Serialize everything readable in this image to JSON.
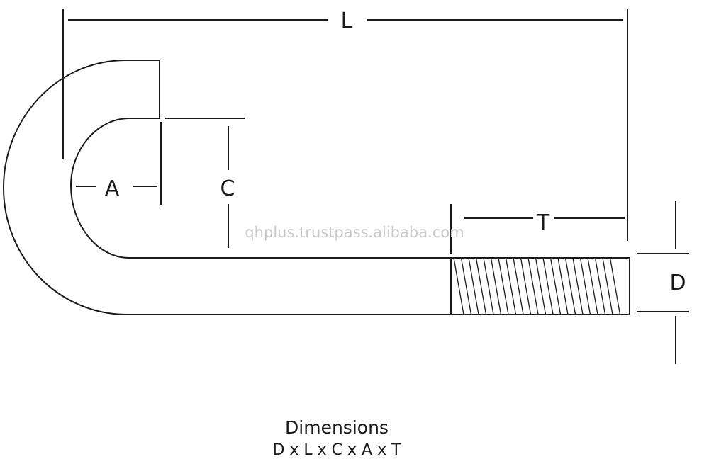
{
  "labels": {
    "L": "L",
    "A": "A",
    "C": "C",
    "T": "T",
    "D": "D"
  },
  "watermark": "qhplus.trustpass.alibaba.com",
  "caption": {
    "title": "Dimensions",
    "formula": "D x L x C x A x T"
  },
  "colors": {
    "line": "#1a1a1a",
    "watermark": "#c9c9c9",
    "background": "#ffffff"
  }
}
